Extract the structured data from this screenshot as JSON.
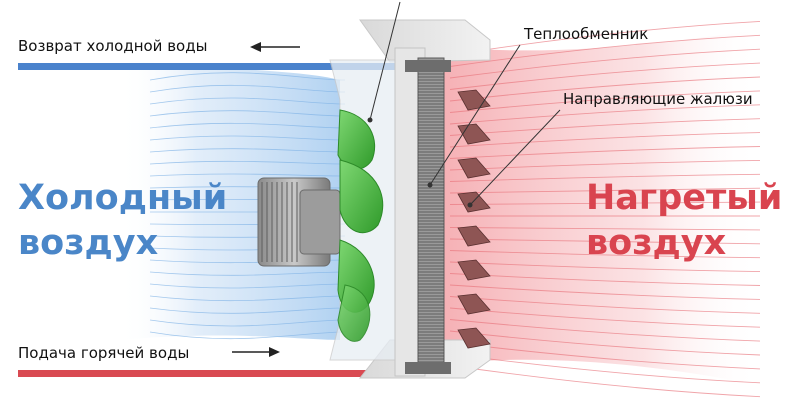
{
  "labels": {
    "return_water": "Возврат холодной воды",
    "supply_water": "Подача горячей воды",
    "heat_exchanger": "Теплообменник",
    "louvres": "Направляющие жалюзи"
  },
  "air": {
    "cold_line1": "Холодный",
    "cold_line2": "воздух",
    "hot_line1": "Нагретый",
    "hot_line2": "воздух"
  },
  "colors": {
    "cold": "#4a86c8",
    "hot": "#d9444f",
    "fan": "#3fbf3a",
    "pipe_cold": "#4a82cc",
    "pipe_hot": "#d94a52"
  }
}
